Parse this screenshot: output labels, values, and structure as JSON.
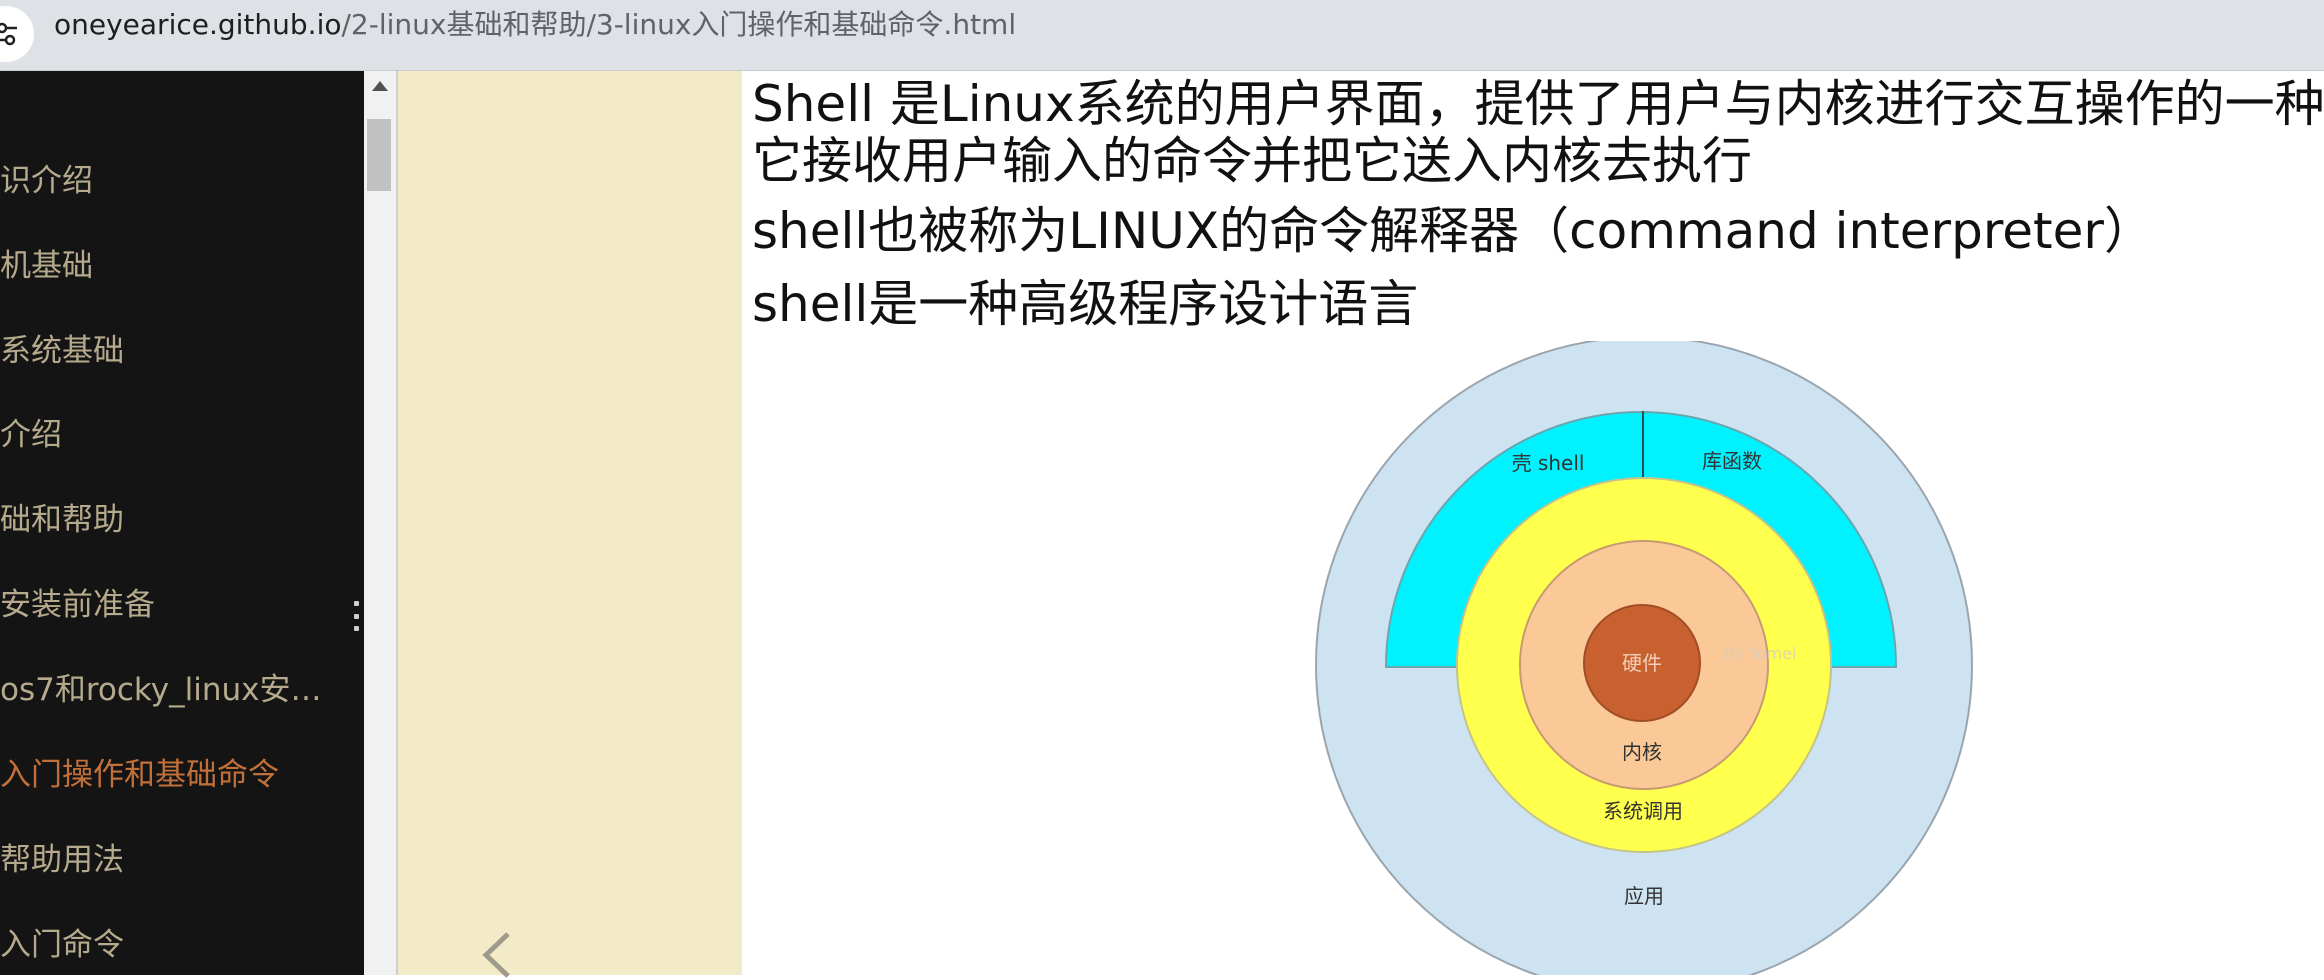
{
  "browser": {
    "url_host": "oneyearice.github.io",
    "url_path": "/2-linux基础和帮助/3-linux入门操作和基础命令.html"
  },
  "sidebar": {
    "items": [
      {
        "label": "识介绍",
        "active": false
      },
      {
        "label": "机基础",
        "active": false
      },
      {
        "label": "系统基础",
        "active": false
      },
      {
        "label": "介绍",
        "active": false
      },
      {
        "label": "础和帮助",
        "active": false
      },
      {
        "label": "安装前准备",
        "active": false
      },
      {
        "label": "os7和rocky_linux安…",
        "active": false
      },
      {
        "label": "入门操作和基础命令",
        "active": true
      },
      {
        "label": "帮助用法",
        "active": false
      },
      {
        "label": "入门命令",
        "active": false
      }
    ]
  },
  "article": {
    "lines": [
      "Shell 是Linux系统的用户界面，提供了用户与内核进行交互操作的一种接",
      "它接收用户输入的命令并把它送入内核去执行",
      "shell也被称为LINUX的命令解释器（command interpreter）",
      "shell是一种高级程序设计语言"
    ]
  },
  "diagram": {
    "labels": {
      "shell": "壳 shell",
      "library": "库函数",
      "hardware": "硬件",
      "kernel": "内核",
      "syscall": "系统调用",
      "application": "应用",
      "watermark": "By Yomei"
    },
    "colors": {
      "application": "#cde3f2",
      "shell": "#00f2ff",
      "syscall": "#ffff4d",
      "kernel": "#fbc898",
      "hardware": "#c8612f"
    }
  },
  "icons": {
    "site_info": "site-info-icon",
    "prev": "chevron-left-icon",
    "scroll_up": "scroll-up-arrow-icon",
    "resize": "resize-handle-icon"
  }
}
